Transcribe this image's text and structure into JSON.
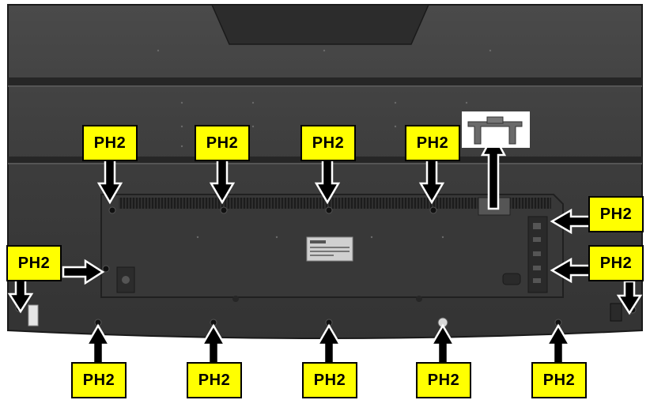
{
  "labels": {
    "top_1": "PH2",
    "top_2": "PH2",
    "top_3": "PH2",
    "top_4": "PH2",
    "left": "PH2",
    "right_1": "PH2",
    "right_2": "PH2",
    "bottom_1": "PH2",
    "bottom_2": "PH2",
    "bottom_3": "PH2",
    "bottom_4": "PH2",
    "bottom_5": "PH2"
  },
  "colors": {
    "label_fill": "#ffff00",
    "label_border": "#000000",
    "arrow": "#000000",
    "tv_panel": "#3a3a3a",
    "tv_rib": "#262626",
    "screw": "#111111"
  },
  "icons": {
    "arrow": "arrow-icon",
    "screw": "screw-icon",
    "brand_sticker": "rating-label-icon",
    "stand_clip": "stand-clip-icon"
  }
}
